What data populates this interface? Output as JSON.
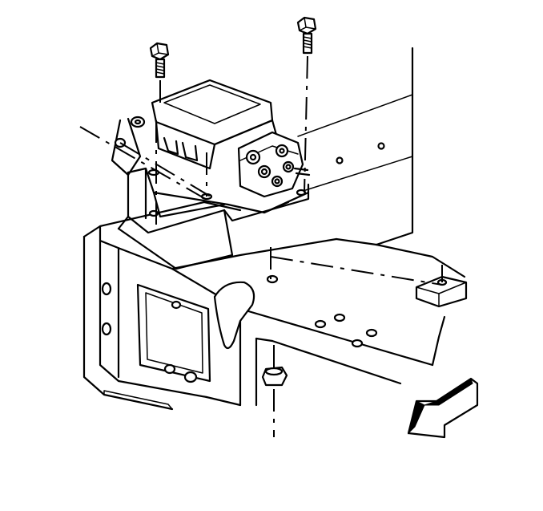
{
  "diagram": {
    "components": [
      "mounting-bolt-left",
      "mounting-bolt-right",
      "modulator-valve-assembly",
      "mounting-bracket",
      "frame-rail",
      "isolator-grommet",
      "lower-nut",
      "direction-arrow"
    ],
    "line_color": "#000000",
    "background_color": "#ffffff"
  }
}
